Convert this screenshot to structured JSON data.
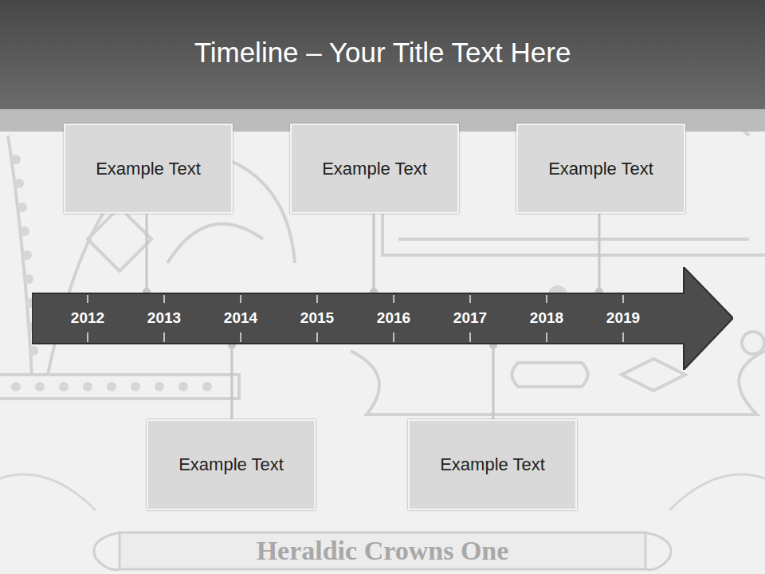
{
  "diagram": {
    "title": "Timeline – Your Title Text Here",
    "nodes": [
      {
        "text": [
          "Example Text"
        ]
      },
      {
        "text": [
          "Example Text"
        ]
      },
      {
        "text": [
          "Example Text"
        ]
      },
      {
        "text": [
          "2012",
          "2013",
          "2014",
          "2015",
          "2016",
          "2017",
          "2018",
          "2019"
        ]
      },
      {
        "text": [
          "Example Text"
        ]
      },
      {
        "text": [
          "Example Text"
        ]
      }
    ],
    "edges": [
      {
        "from": 0,
        "to": 3,
        "arrow": "none"
      },
      {
        "from": 1,
        "to": 3,
        "arrow": "none"
      },
      {
        "from": 2,
        "to": 3,
        "arrow": "none"
      },
      {
        "from": 4,
        "to": 3,
        "arrow": "none"
      },
      {
        "from": 5,
        "to": 3,
        "arrow": "none"
      }
    ],
    "labels": [
      "Heraldic Crowns One"
    ]
  }
}
